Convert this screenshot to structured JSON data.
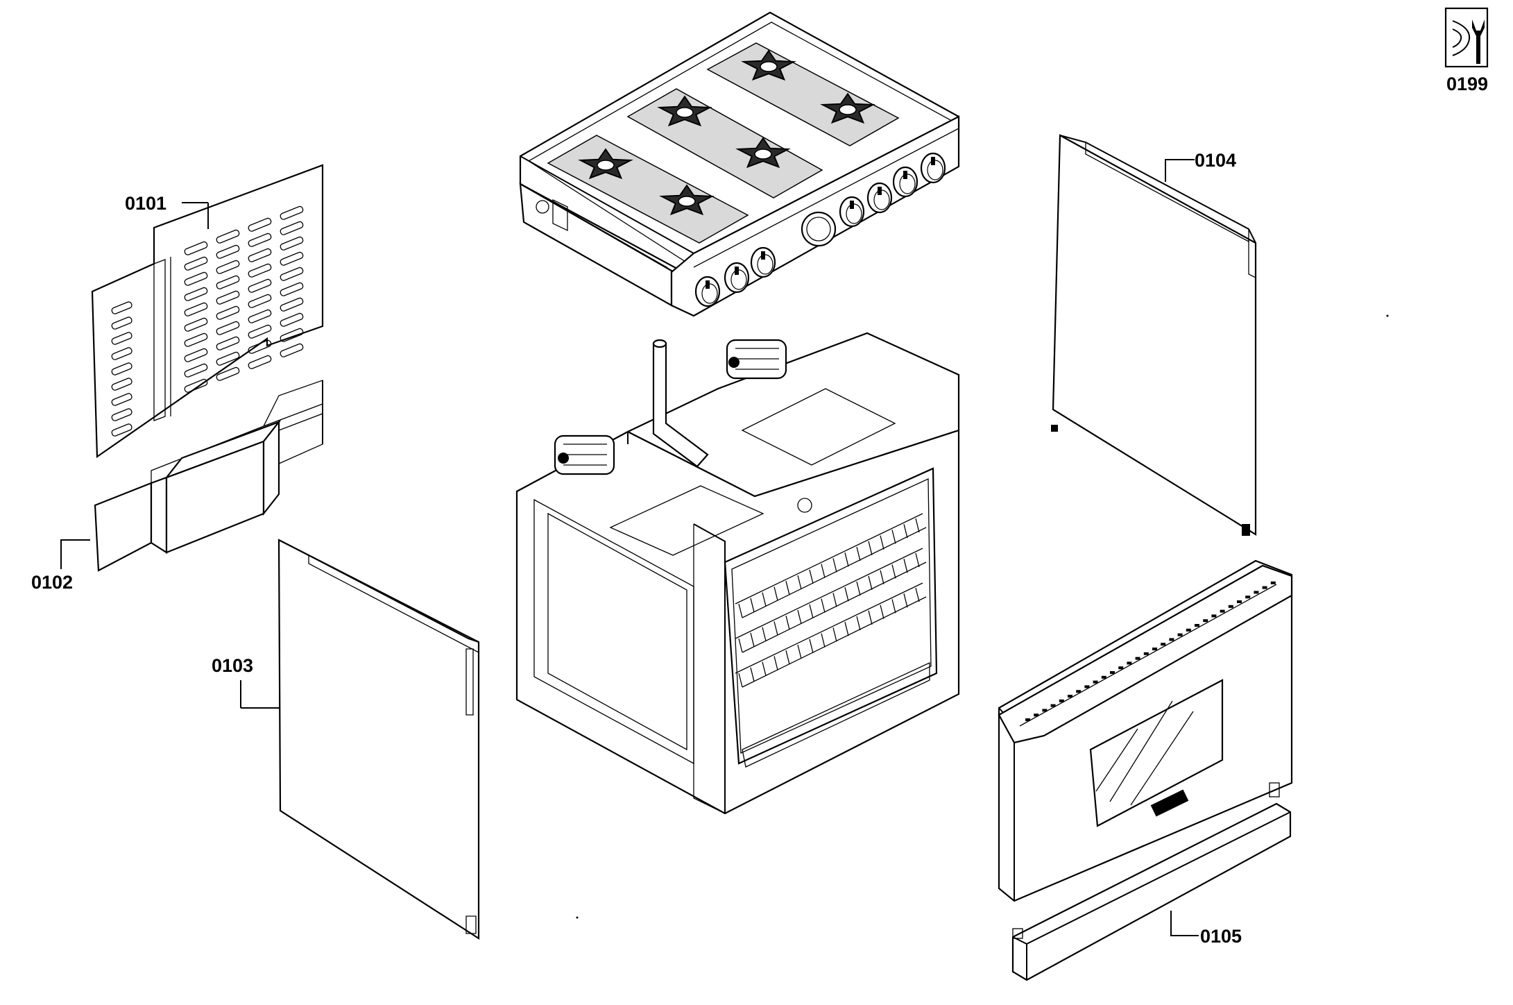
{
  "callouts": {
    "p0101": "0101",
    "p0102": "0102",
    "p0103": "0103",
    "p0104": "0104",
    "p0105": "0105",
    "p0199": "0199"
  },
  "icons": {
    "service_kit": "wrench-plug-icon"
  },
  "colors": {
    "line": "#000000",
    "background": "#ffffff"
  }
}
